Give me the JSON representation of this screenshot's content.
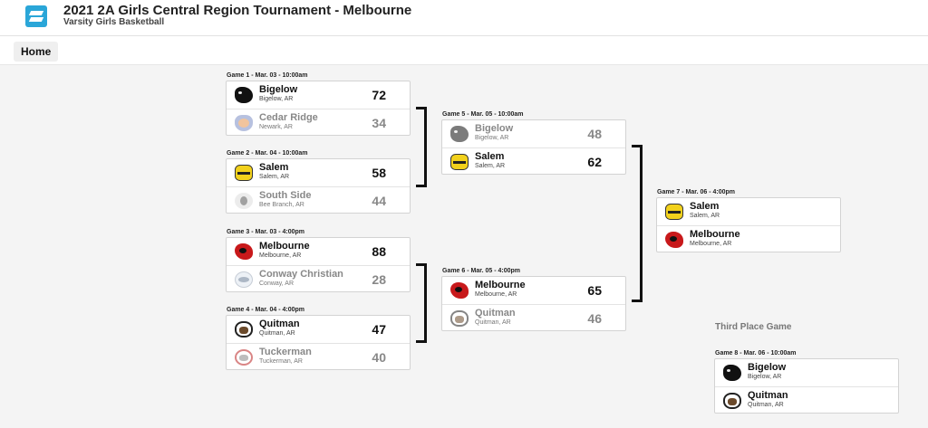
{
  "header": {
    "title": "2021 2A Girls Central Region Tournament - Melbourne",
    "subtitle": "Varsity Girls Basketball",
    "logo_icon": "tournament-logo-icon"
  },
  "nav": {
    "home_label": "Home"
  },
  "games": [
    {
      "label": "Game 1 - Mar. 03 - 10:00am",
      "teams": [
        {
          "name": "Bigelow",
          "location": "Bigelow, AR",
          "score": "72",
          "winner": true,
          "icon": "panther-logo-icon"
        },
        {
          "name": "Cedar Ridge",
          "location": "Newark, AR",
          "score": "34",
          "winner": false,
          "icon": "cedar-ridge-logo-icon"
        }
      ]
    },
    {
      "label": "Game 2 - Mar. 04 - 10:00am",
      "teams": [
        {
          "name": "Salem",
          "location": "Salem, AR",
          "score": "58",
          "winner": true,
          "icon": "salem-logo-icon"
        },
        {
          "name": "South Side",
          "location": "Bee Branch, AR",
          "score": "44",
          "winner": false,
          "icon": "south-side-logo-icon"
        }
      ]
    },
    {
      "label": "Game 3 - Mar. 03 - 4:00pm",
      "teams": [
        {
          "name": "Melbourne",
          "location": "Melbourne, AR",
          "score": "88",
          "winner": true,
          "icon": "melbourne-logo-icon"
        },
        {
          "name": "Conway Christian",
          "location": "Conway, AR",
          "score": "28",
          "winner": false,
          "icon": "conway-christian-logo-icon"
        }
      ]
    },
    {
      "label": "Game 4 - Mar. 04 - 4:00pm",
      "teams": [
        {
          "name": "Quitman",
          "location": "Quitman, AR",
          "score": "47",
          "winner": true,
          "icon": "quitman-logo-icon"
        },
        {
          "name": "Tuckerman",
          "location": "Tuckerman, AR",
          "score": "40",
          "winner": false,
          "icon": "tuckerman-logo-icon"
        }
      ]
    },
    {
      "label": "Game 5 - Mar. 05 - 10:00am",
      "teams": [
        {
          "name": "Bigelow",
          "location": "Bigelow, AR",
          "score": "48",
          "winner": false,
          "icon": "panther-logo-icon"
        },
        {
          "name": "Salem",
          "location": "Salem, AR",
          "score": "62",
          "winner": true,
          "icon": "salem-logo-icon"
        }
      ]
    },
    {
      "label": "Game 6 - Mar. 05 - 4:00pm",
      "teams": [
        {
          "name": "Melbourne",
          "location": "Melbourne, AR",
          "score": "65",
          "winner": true,
          "icon": "melbourne-logo-icon"
        },
        {
          "name": "Quitman",
          "location": "Quitman, AR",
          "score": "46",
          "winner": false,
          "icon": "quitman-logo-icon"
        }
      ]
    },
    {
      "label": "Game 7 - Mar. 06 - 4:00pm",
      "teams": [
        {
          "name": "Salem",
          "location": "Salem, AR",
          "score": "",
          "winner": true,
          "icon": "salem-logo-icon"
        },
        {
          "name": "Melbourne",
          "location": "Melbourne, AR",
          "score": "",
          "winner": true,
          "icon": "melbourne-logo-icon"
        }
      ]
    },
    {
      "label": "Game 8 - Mar. 06 - 10:00am",
      "teams": [
        {
          "name": "Bigelow",
          "location": "Bigelow, AR",
          "score": "",
          "winner": true,
          "icon": "panther-logo-icon"
        },
        {
          "name": "Quitman",
          "location": "Quitman, AR",
          "score": "",
          "winner": true,
          "icon": "quitman-logo-icon"
        }
      ]
    }
  ],
  "third_place_label": "Third Place Game"
}
